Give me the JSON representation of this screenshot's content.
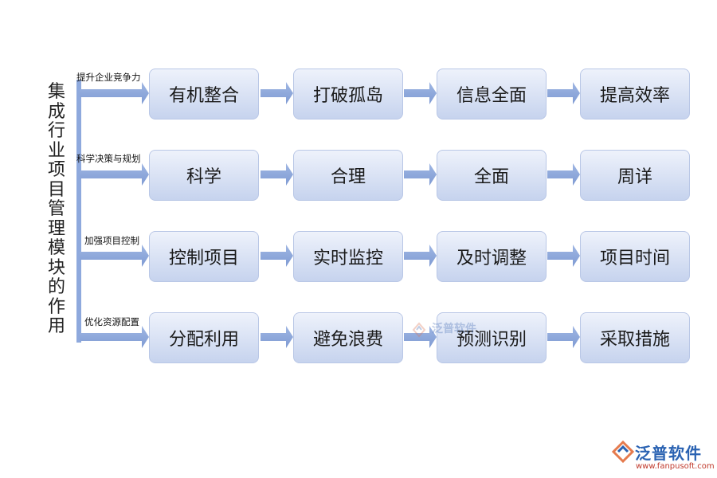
{
  "title": "集成行业项目管理模块的作用",
  "rows": [
    {
      "label": "提升企业竞争力",
      "steps": [
        "有机整合",
        "打破孤岛",
        "信息全面",
        "提高效率"
      ]
    },
    {
      "label": "科学决策与规划",
      "steps": [
        "科学",
        "合理",
        "全面",
        "周详"
      ]
    },
    {
      "label": "加强项目控制",
      "steps": [
        "控制项目",
        "实时监控",
        "及时调整",
        "项目时间"
      ]
    },
    {
      "label": "优化资源配置",
      "steps": [
        "分配利用",
        "避免浪费",
        "预测识别",
        "采取措施"
      ]
    }
  ],
  "watermark": {
    "text": "泛普软件"
  },
  "logo": {
    "text": "泛普软件",
    "url": "www.fanpusoft.com"
  },
  "colors": {
    "arrow": "#8ea9dd",
    "box_top": "#eef2fb",
    "box_bottom": "#c6d3ee"
  }
}
